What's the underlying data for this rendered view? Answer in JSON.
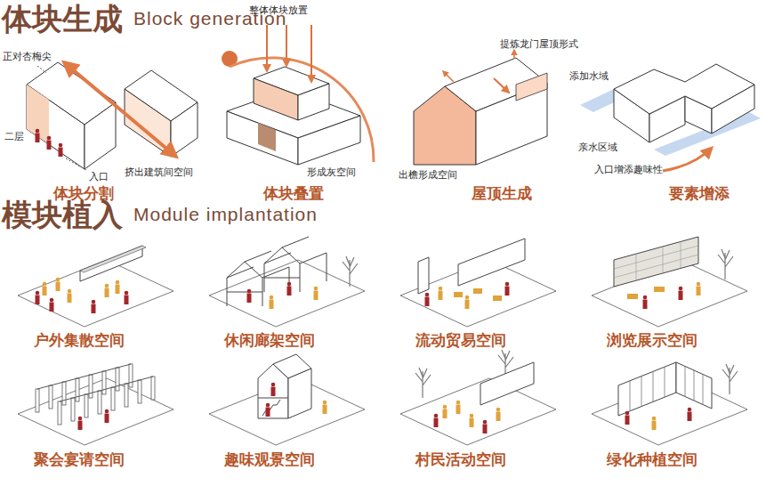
{
  "diagram": {
    "labels": [
      "体块生成",
      "Block generation",
      "整体体块放置",
      "提炼龙门屋顶形式",
      "添加水域",
      "正对杏梅尖",
      "二层",
      "入口",
      "挤出建筑间空间",
      "形成灰空间",
      "出檐形成空间",
      "亲水区域",
      "入口增添趣味性",
      "体块分割",
      "体块叠置",
      "屋顶生成",
      "要素增添",
      "模块植入",
      "Module implantation",
      "户外集散空间",
      "休闲廊架空间",
      "流动贸易空间",
      "浏览展示空间",
      "聚会宴请空间",
      "趣味观景空间",
      "村民活动空间",
      "绿化种植空间"
    ]
  }
}
